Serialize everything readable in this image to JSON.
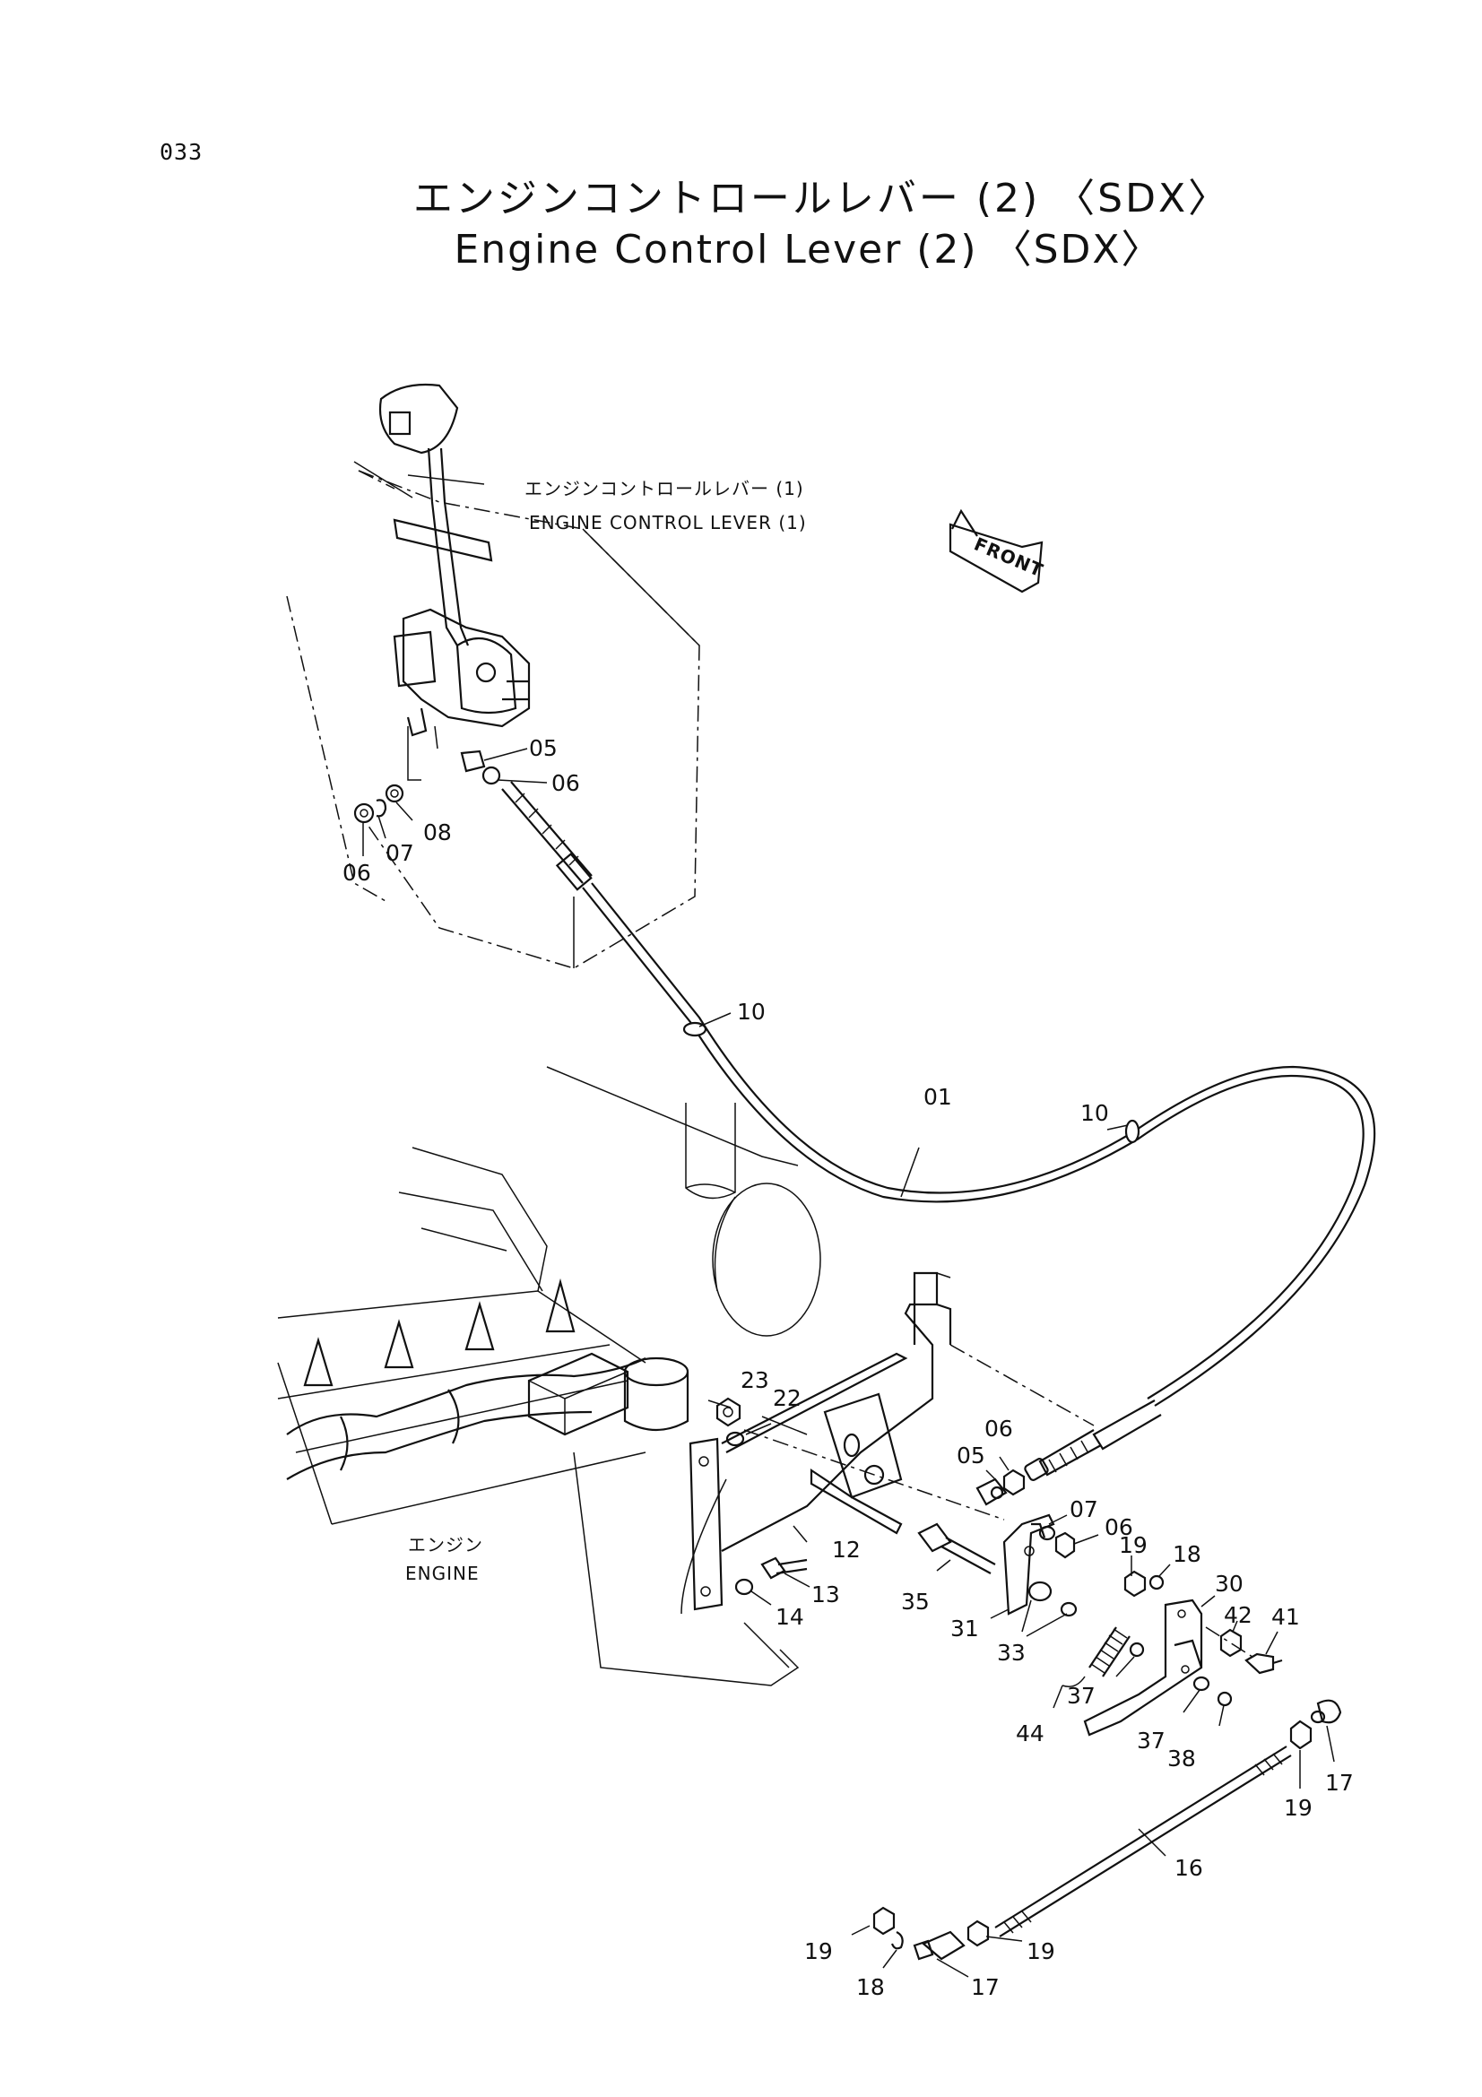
{
  "page_number": "033",
  "title_jp": "エンジンコントロールレバー (2) 〈SDX〉",
  "title_en": "Engine Control Lever (2) 〈SDX〉",
  "notes": {
    "lever_jp": "エンジンコントロールレバー (1)",
    "lever_en": "ENGINE  CONTROL  LEVER (1)",
    "engine_jp": "エンジン",
    "engine_en": "ENGINE",
    "front": "FRONT"
  },
  "callouts": [
    {
      "id": "c-05a",
      "text": "05"
    },
    {
      "id": "c-06a",
      "text": "06"
    },
    {
      "id": "c-06b",
      "text": "06"
    },
    {
      "id": "c-07a",
      "text": "07"
    },
    {
      "id": "c-08a",
      "text": "08"
    },
    {
      "id": "c-10a",
      "text": "10"
    },
    {
      "id": "c-01",
      "text": "01"
    },
    {
      "id": "c-10b",
      "text": "10"
    },
    {
      "id": "c-23",
      "text": "23"
    },
    {
      "id": "c-22",
      "text": "22"
    },
    {
      "id": "c-06c",
      "text": "06"
    },
    {
      "id": "c-05b",
      "text": "05"
    },
    {
      "id": "c-07b",
      "text": "07"
    },
    {
      "id": "c-06d",
      "text": "06"
    },
    {
      "id": "c-12",
      "text": "12"
    },
    {
      "id": "c-13",
      "text": "13"
    },
    {
      "id": "c-14",
      "text": "14"
    },
    {
      "id": "c-35",
      "text": "35"
    },
    {
      "id": "c-31",
      "text": "31"
    },
    {
      "id": "c-19a",
      "text": "19"
    },
    {
      "id": "c-18a",
      "text": "18"
    },
    {
      "id": "c-30",
      "text": "30"
    },
    {
      "id": "c-42",
      "text": "42"
    },
    {
      "id": "c-41",
      "text": "41"
    },
    {
      "id": "c-33",
      "text": "33"
    },
    {
      "id": "c-37a",
      "text": "37"
    },
    {
      "id": "c-44",
      "text": "44"
    },
    {
      "id": "c-37b",
      "text": "37"
    },
    {
      "id": "c-38",
      "text": "38"
    },
    {
      "id": "c-17a",
      "text": "17"
    },
    {
      "id": "c-19b",
      "text": "19"
    },
    {
      "id": "c-16",
      "text": "16"
    },
    {
      "id": "c-19c",
      "text": "19"
    },
    {
      "id": "c-18b",
      "text": "18"
    },
    {
      "id": "c-17b",
      "text": "17"
    },
    {
      "id": "c-19d",
      "text": "19"
    }
  ]
}
